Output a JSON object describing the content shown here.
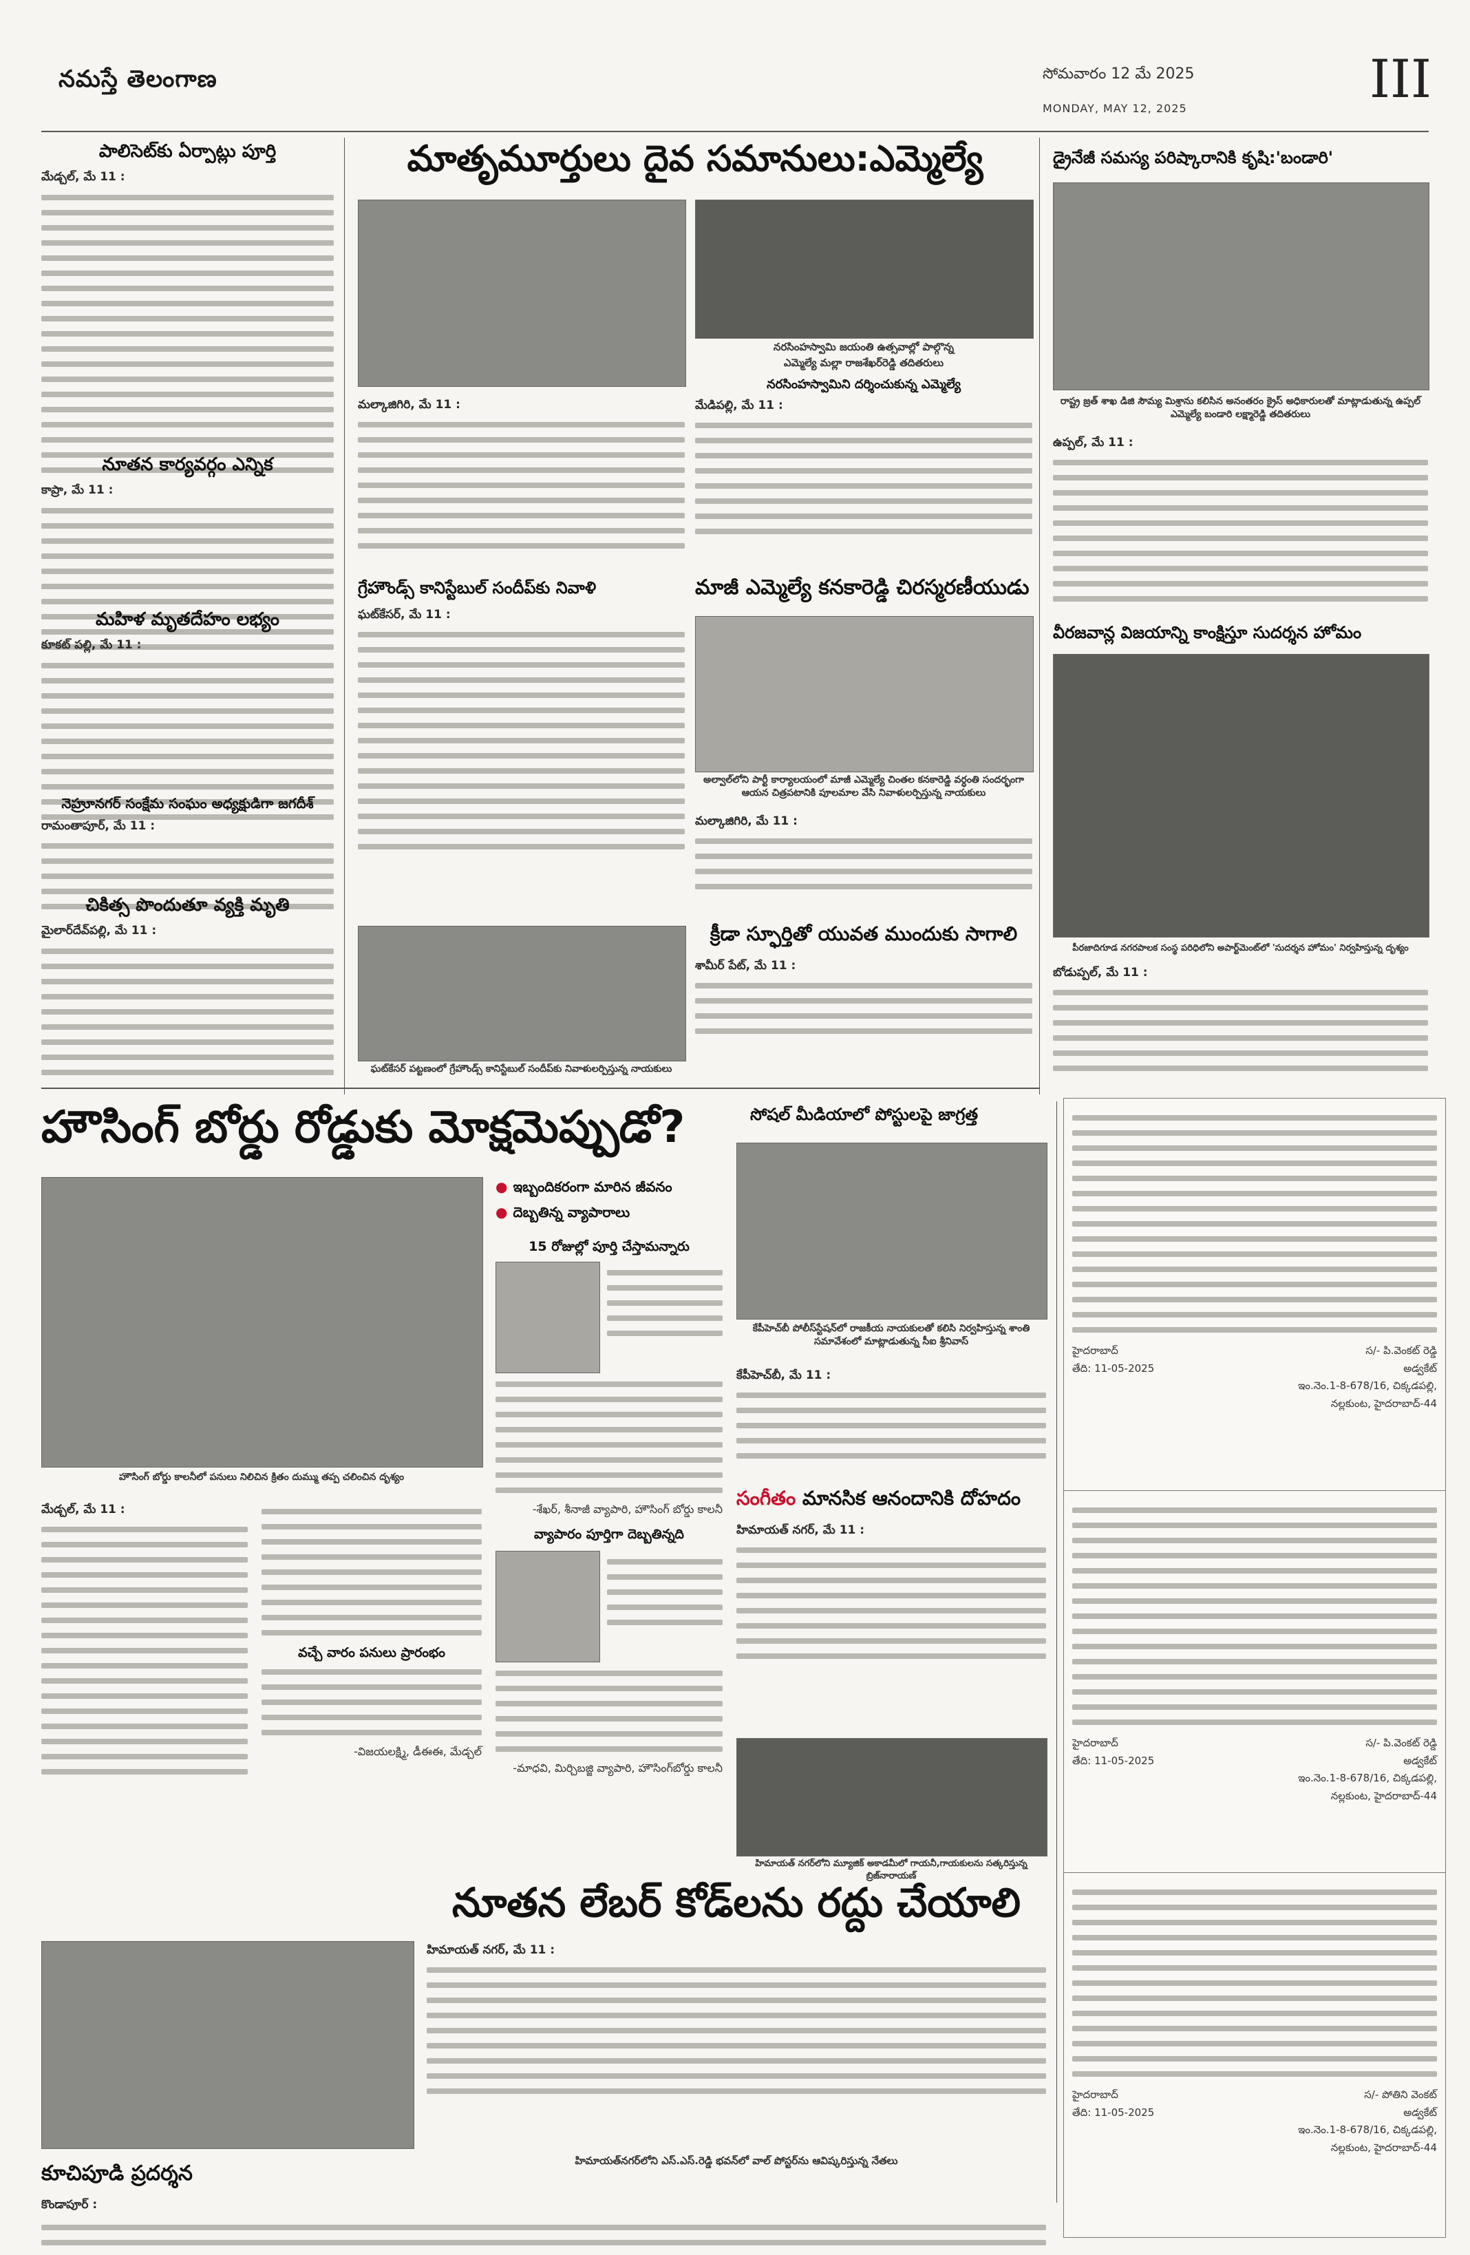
{
  "masthead": {
    "name": "నమస్తే తెలంగాణ",
    "date_telugu": "సోమవారం 12 మే 2025",
    "date_english": "MONDAY, MAY 12, 2025",
    "page_number": "III"
  },
  "articles": {
    "polycet": {
      "headline": "పాలిసెట్‌కు ఏర్పాట్లు పూర్తి",
      "dateline": "మేడ్చల్, మే 11 :"
    },
    "new_committee": {
      "headline": "నూతన కార్యవర్గం ఎన్నిక",
      "dateline": "కాప్రా, మే 11 :"
    },
    "woman_body": {
      "headline": "మహిళ మృతదేహం లభ్యం",
      "dateline": "కూకట్ పల్లి, మే 11 :"
    },
    "nehru_nagar": {
      "headline": "నెహ్రూనగర్ సంక్షేమ సంఘం అధ్యక్షుడిగా జగదీశ్",
      "dateline": "రామంతాపూర్, మే 11 :"
    },
    "fish_death": {
      "headline": "చికిత్స పొందుతూ వ్యక్తి మృతి",
      "dateline": "మైలార్‌దేవ్‌పల్లి, మే 11 :"
    },
    "mothers_day": {
      "headline": "మాతృమూర్తులు దైవ సమానులు:ఎమ్మెల్యే",
      "photo_caption": "మల్కాజిగిరి, మే 11 :",
      "dateline": "మల్కాజిగిరి, మే 11 :"
    },
    "jayanti": {
      "caption_line1": "నరసింహస్వామి జయంతి ఉత్సవాల్లో పాల్గొన్న",
      "caption_line2": "ఎమ్మెల్యే మల్లా రాజశేఖర్‌రెడ్డి తదితరులు",
      "subhead": "నరసింహస్వామిని దర్శించుకున్న ఎమ్మెల్యే",
      "dateline": "మేడిపల్లి, మే 11 :"
    },
    "drainage": {
      "headline": "డ్రైనేజీ సమస్య పరిష్కారానికి కృషి:'బండారి'",
      "photo_caption": "రాష్ట్ర జ్రత్ శాఖ డిజి సౌమ్య మిశ్రాను కలిసిన అనంతరం క్రైస్ అధికారులతో మాట్లాడుతున్న ఉప్పల్ ఎమ్మెల్యే బండారి లక్ష్మారెడ్డి తదితరులు",
      "dateline": "ఉప్పల్, మే 11 :"
    },
    "greyhounds": {
      "headline": "గ్రేహౌండ్స్ కానిస్టేబుల్ సందీప్‌కు నివాళి",
      "dateline": "ఘట్‌కేసర్, మే 11 :",
      "photo_caption": "ఘట్‌కేసర్ పట్టణంలో గ్రేహౌండ్స్ కానిస్టేబుల్ సందీప్‌కు నివాళులర్పిస్తున్న నాయకులు"
    },
    "former_mla": {
      "headline": "మాజీ ఎమ్మెల్యే కనకారెడ్డి చిరస్మరణీయుడు",
      "photo_caption": "అల్వాల్‌లోని పార్టీ కార్యాలయంలో మాజీ ఎమ్మెల్యే చింతల కనకారెడ్డి వర్ధంతి సందర్భంగా ఆయన చిత్రపటానికి పూలమాల వేసి నివాళులర్పిస్తున్న నాయకులు",
      "dateline": "మల్కాజిగిరి, మే 11 :"
    },
    "veerajawans": {
      "headline": "వీరజవాన్ల విజయాన్ని కాంక్షిస్తూ సుదర్శన హోమం",
      "photo_caption": "పీరజాదిగూడ నగరపాలక సంస్థ పరిధిలోని అపార్ట్‌మెంట్‌లో 'సుదర్శన హోమం' నిర్వహిస్తున్న దృశ్యం",
      "dateline": "బోడుప్పల్, మే 11 :"
    },
    "sports": {
      "headline": "క్రీడా స్ఫూర్తితో యువత ముందుకు సాగాలి",
      "dateline": "శామీర్‌ పేట్, మే 11 :"
    },
    "social_media": {
      "headline": "సోషల్ మీడియాలో పోస్టులపై జాగ్రత్త",
      "photo_caption": "కేపీహెచ్‌బీ పోలీస్‌స్టేషన్‌లో రాజకీయ నాయకులతో కలిసి నిర్వహిస్తున్న శాంతి సమావేశంలో మాట్లాడుతున్న సీఐ శ్రీనివాస్",
      "dateline": "కేపీహెచ్‌బీ, మే 11 :"
    },
    "housing_board": {
      "headline": "హౌసింగ్ బోర్డు రోడ్డుకు మోక్షమెప్పుడో?",
      "bullets": [
        "ఇబ్బందికరంగా మారిన జీవనం",
        "దెబ్బతిన్న వ్యాపారాలు"
      ],
      "photo_caption": "హౌసింగ్ బోర్డు కాలనీలో పనులు నిలిచిన క్రితం దుమ్ము తప్ప చలించిన దృశ్యం",
      "dateline": "మేడ్చల్, మే 11 :",
      "quote_head": "15 రోజుల్లో పూర్తి చేస్తామన్నారు",
      "quote_sig": "-శేఖర్, శీనాజీ వ్యాపారి, హౌసింగ్ బోర్డు కాలనీ",
      "business_head": "వ్యాపారం పూర్తిగా దెబ్బతిన్నది",
      "rainy_head": "వచ్చే వారం పనులు ప్రారంభం",
      "rainy_sig": "-విజయలక్ష్మి, డీఈఈ, మేడ్చల్",
      "business_sig": "-మాధవి, మిర్చిబజ్జి వ్యాపారి, హౌసింగ్‌బోర్డు కాలనీ"
    },
    "music": {
      "headline_accent": "సంగీతం",
      "headline_rest": " మానసిక ఆనందానికి దోహదం",
      "dateline": "హిమాయత్ నగర్, మే 11 :",
      "photo_caption": "హిమాయత్ నగర్‌లోని మ్యూజిక్ అకాడమీలో గాయనీ,గాయకులను సత్కరిస్తున్న బ్రిజ్‌నారాయణ్"
    },
    "labour_code": {
      "headline": "నూతన లేబర్ కోడ్‌లను రద్దు చేయాలి",
      "dateline": "హిమాయత్ నగర్, మే 11 :",
      "photo_caption": "హిమాయత్‌నగర్‌లోని ఎస్.ఎస్.రెడ్డి భవన్‌లో వాల్ పోస్టర్‌ను ఆవిష్కరిస్తున్న నేతలు"
    },
    "kuchipudi": {
      "headline": "కూచిపూడి ప్రదర్శన",
      "dateline": "కొండాపూర్ :"
    }
  },
  "notices": [
    {
      "place": "హైదరాబాద్",
      "date": "తేది: 11-05-2025",
      "signature": "స/- పి.వెంకట్ రెడ్డి",
      "role": "అడ్వకేట్",
      "address_1": "ఇం.నెం.1-8-678/16, చిక్కడపల్లి,",
      "address_2": "నల్లకుంట, హైదరాబాద్-44"
    },
    {
      "place": "హైదరాబాద్",
      "date": "తేది: 11-05-2025",
      "signature": "స/- పి.వెంకట్ రెడ్డి",
      "role": "అడ్వకేట్",
      "address_1": "ఇం.నెం.1-8-678/16, చిక్కడపల్లి,",
      "address_2": "నల్లకుంట, హైదరాబాద్-44"
    },
    {
      "place": "హైదరాబాద్",
      "date": "తేది: 11-05-2025",
      "signature": "స/- పోతిని వెంకట్",
      "role": "అడ్వకేట్",
      "address_1": "ఇం.నెం.1-8-678/16, చిక్కడపల్లి,",
      "address_2": "నల్లకుంట, హైదరాబాద్-44"
    }
  ]
}
